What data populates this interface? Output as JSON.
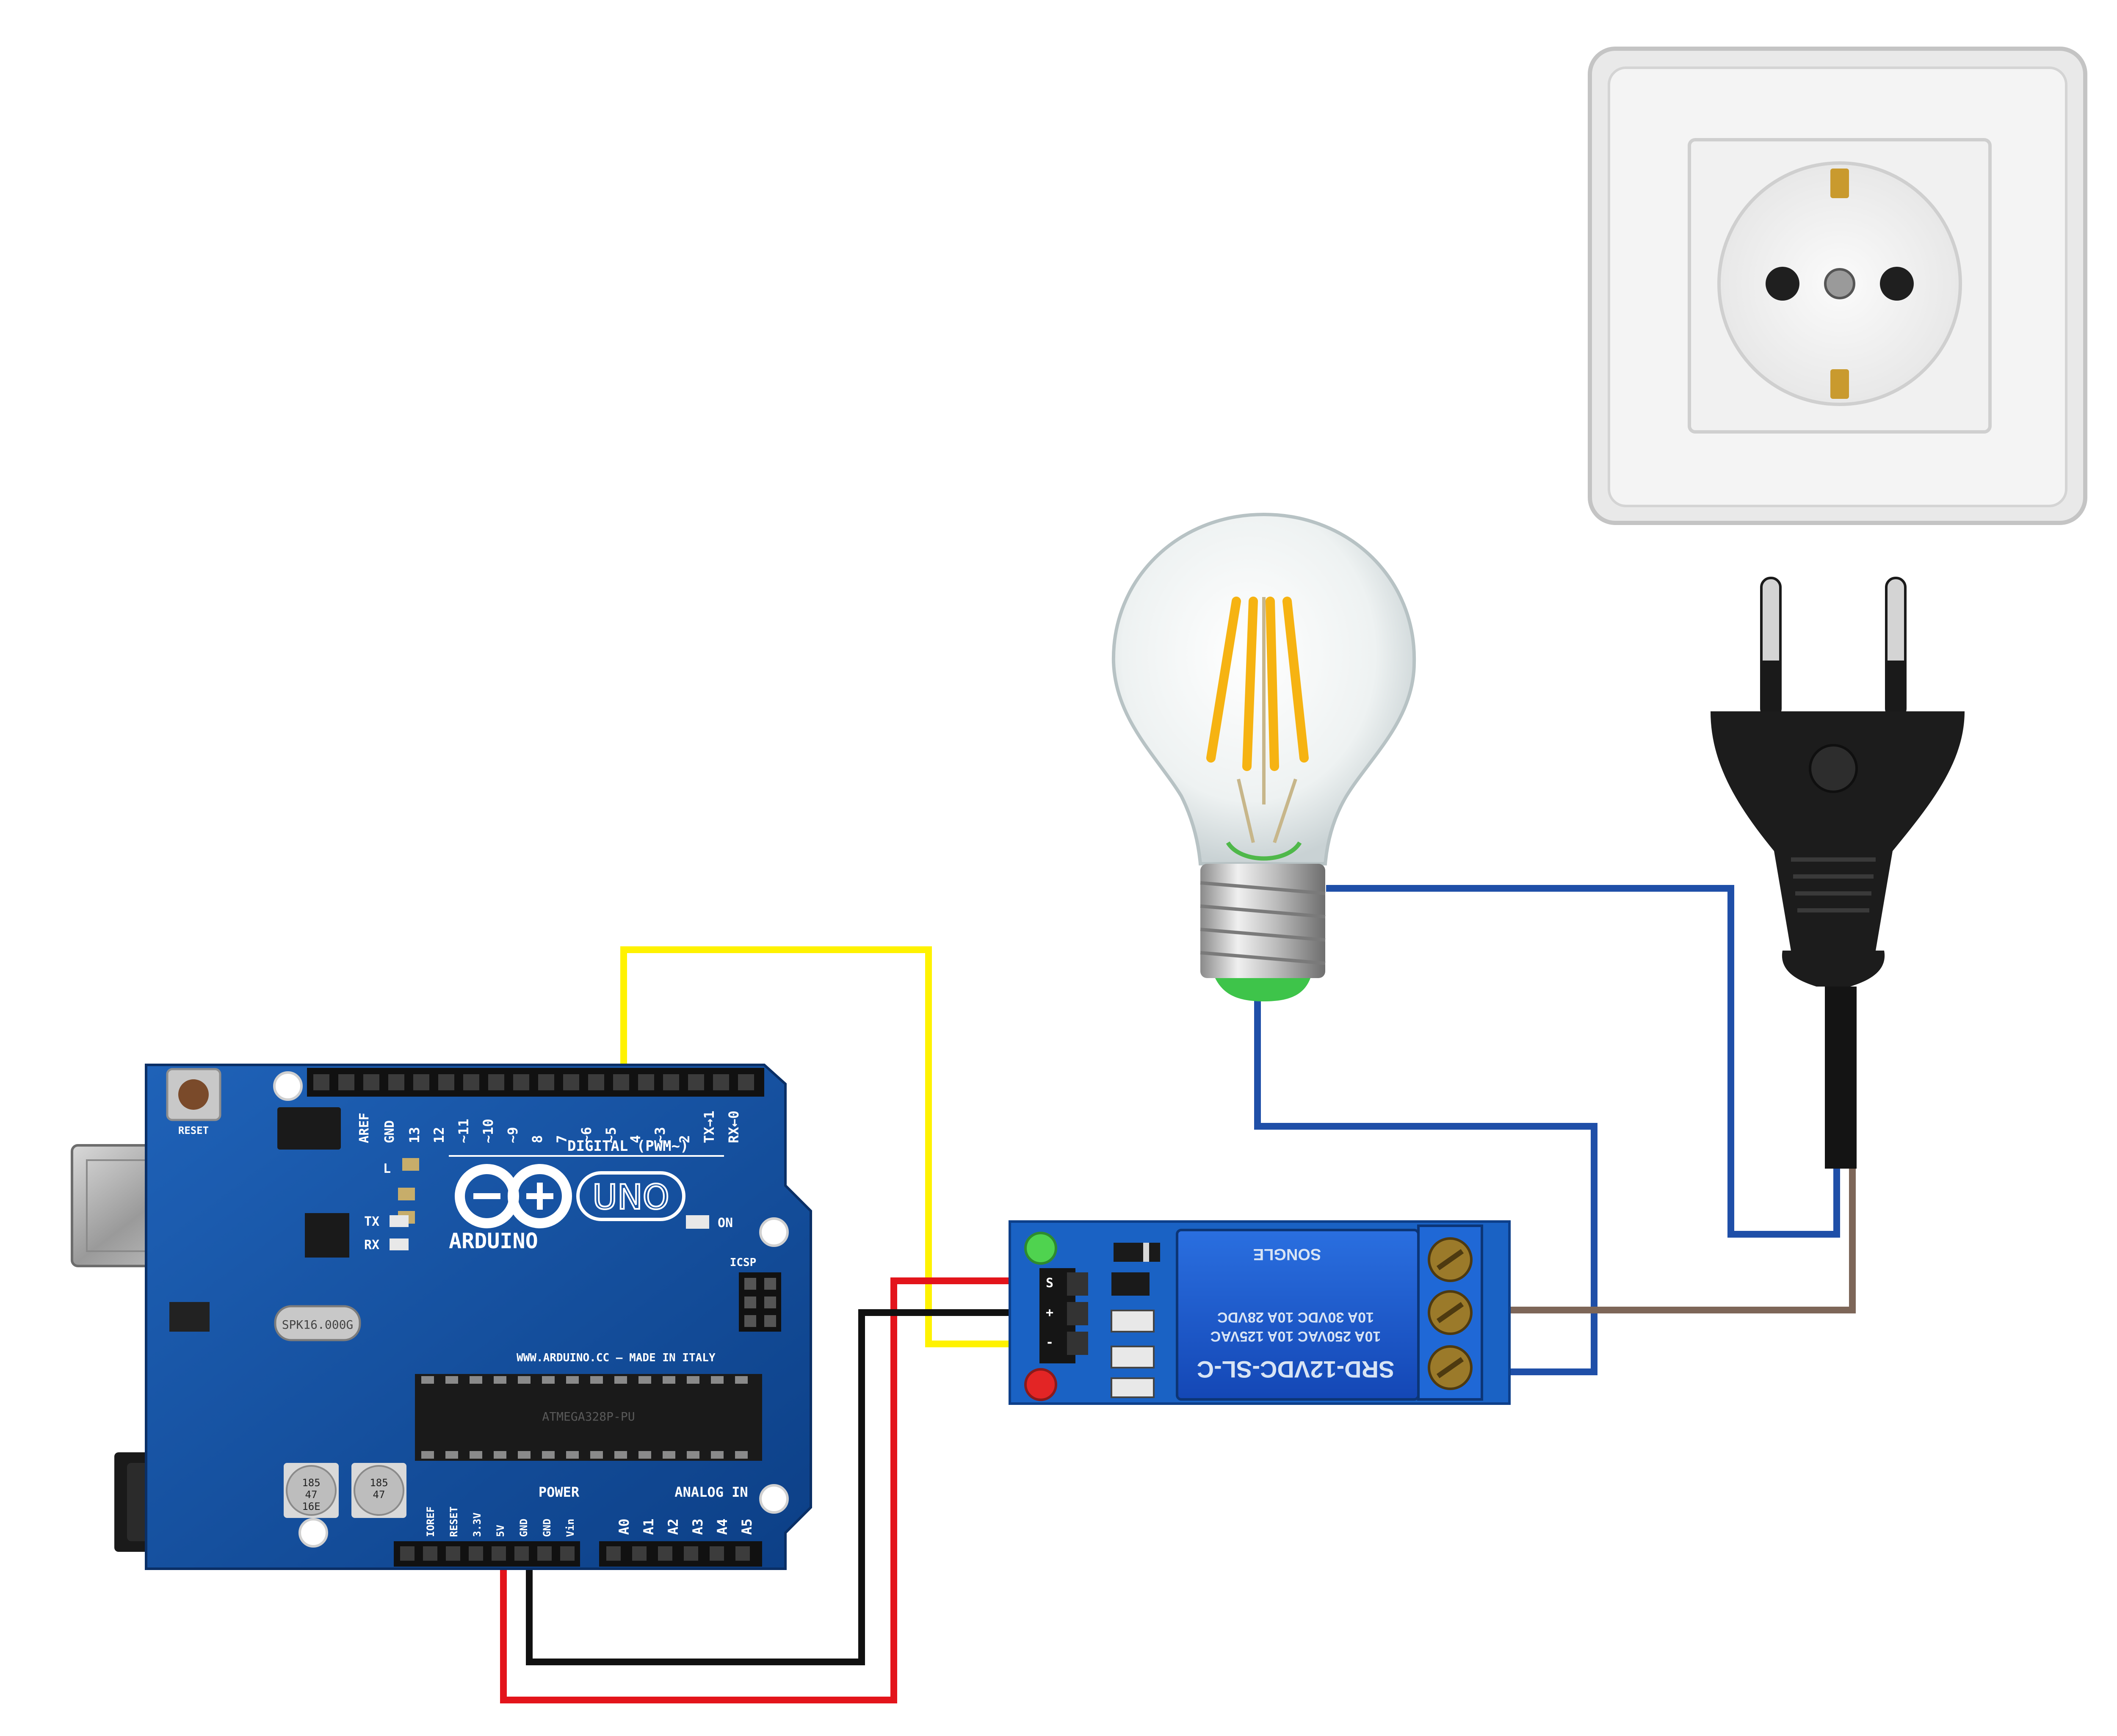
{
  "arduino": {
    "brand": "ARDUINO",
    "model": "UNO",
    "reset": "RESET",
    "digital_header": "DIGITAL (PWM~)",
    "aref": "AREF",
    "gnd": "GND",
    "digital_pins": [
      "13",
      "12",
      "~11",
      "~10",
      "~9",
      "8",
      "7",
      "~6",
      "~5",
      "4",
      "~3",
      "2",
      "TX→1",
      "RX←0"
    ],
    "tx": "TX",
    "rx": "RX",
    "l": "L",
    "on": "ON",
    "icsp": "ICSP",
    "website": "WWW.ARDUINO.CC – MADE IN ITALY",
    "power_header": "POWER",
    "analog_header": "ANALOG IN",
    "power_pins": [
      "IOREF",
      "RESET",
      "3.3V",
      "5V",
      "GND",
      "GND",
      "Vin"
    ],
    "analog_pins": [
      "A0",
      "A1",
      "A2",
      "A3",
      "A4",
      "A5"
    ],
    "crystal": "SPK16.000G",
    "cap_text": [
      "185",
      "47",
      "16E"
    ],
    "chip_text": "ATMEGA328P-PU"
  },
  "relay": {
    "model": "SRD-12VDC-SL-C",
    "ratings": [
      "10A 250VAC  10A 125VAC",
      "10A 30VDC  10A 28VDC"
    ],
    "brand": "SONGLE",
    "pins": [
      "S",
      "+",
      "-"
    ]
  },
  "wire_colors": {
    "signal": "#fff200",
    "power": "#e3141b",
    "ground": "#111111",
    "mains": "#1f4fa8",
    "mains_return": "#7d6658"
  }
}
